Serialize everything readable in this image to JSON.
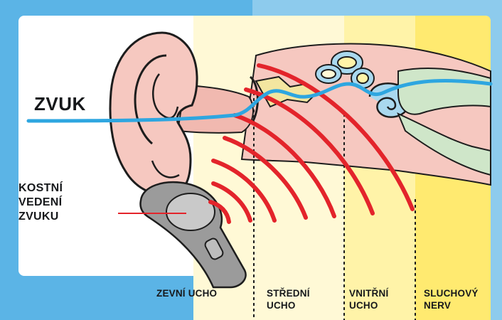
{
  "labels": {
    "sound": "ZVUK",
    "bone_conduction": [
      "KOSTNÍ",
      "VEDENÍ",
      "ZVUKU"
    ]
  },
  "zones": [
    {
      "label": [
        "ZEVNÍ UCHO"
      ]
    },
    {
      "label": [
        "STŘEDNÍ",
        "UCHO"
      ]
    },
    {
      "label": [
        "VNITŘNÍ",
        "UCHO"
      ]
    },
    {
      "label": [
        "SLUCHOVÝ",
        "NERV"
      ]
    }
  ],
  "colors": {
    "background_blue": "#5bb4e6",
    "panel_white": "#ffffff",
    "middle_ear_zone": "#fff9d6",
    "inner_ear_zone": "#fff3a8",
    "nerve_zone": "#ffea70",
    "skin_pink": "#f6c8c0",
    "outline": "#1d1d1d",
    "sound_wave_red": "#e3242b",
    "sound_path_blue": "#2ea6e0",
    "cochlea_blue": "#a9d8ee",
    "nerve_green": "#cfe6c9",
    "device_gray": "#9b9b9b"
  }
}
